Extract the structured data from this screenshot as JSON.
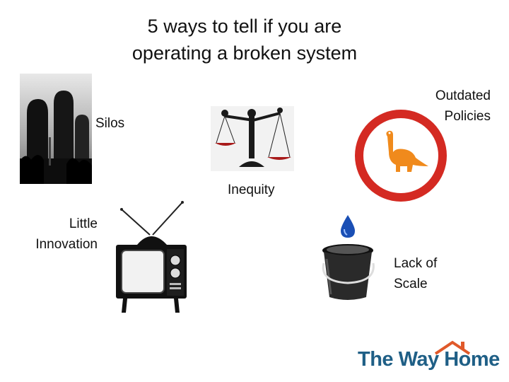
{
  "title": {
    "line1": "5 ways to tell if you are",
    "line2": "operating a broken system"
  },
  "labels": {
    "silos": "Silos",
    "outdated_policies": {
      "line1": "Outdated",
      "line2": "Policies"
    },
    "inequity": "Inequity",
    "little_innovation": {
      "line1": "Little",
      "line2": "Innovation"
    },
    "lack_of_scale": {
      "line1": "Lack of",
      "line2": "Scale"
    }
  },
  "logo": {
    "text_the_way": "The Way",
    "text_home": "Home",
    "color_blue": "#1f5f86",
    "color_orange": "#e0592a"
  },
  "icons": {
    "silos": "silos-photo-icon",
    "scale": "balance-scale-icon",
    "sign": "no-dinosaur-sign-icon",
    "tv": "old-television-icon",
    "drop": "water-drop-icon",
    "bucket": "bucket-icon"
  },
  "colors": {
    "sign_red": "#d42a22",
    "dino_orange": "#f08a1c",
    "scale_red": "#a81a1a",
    "drop_blue": "#1a4fb5"
  }
}
